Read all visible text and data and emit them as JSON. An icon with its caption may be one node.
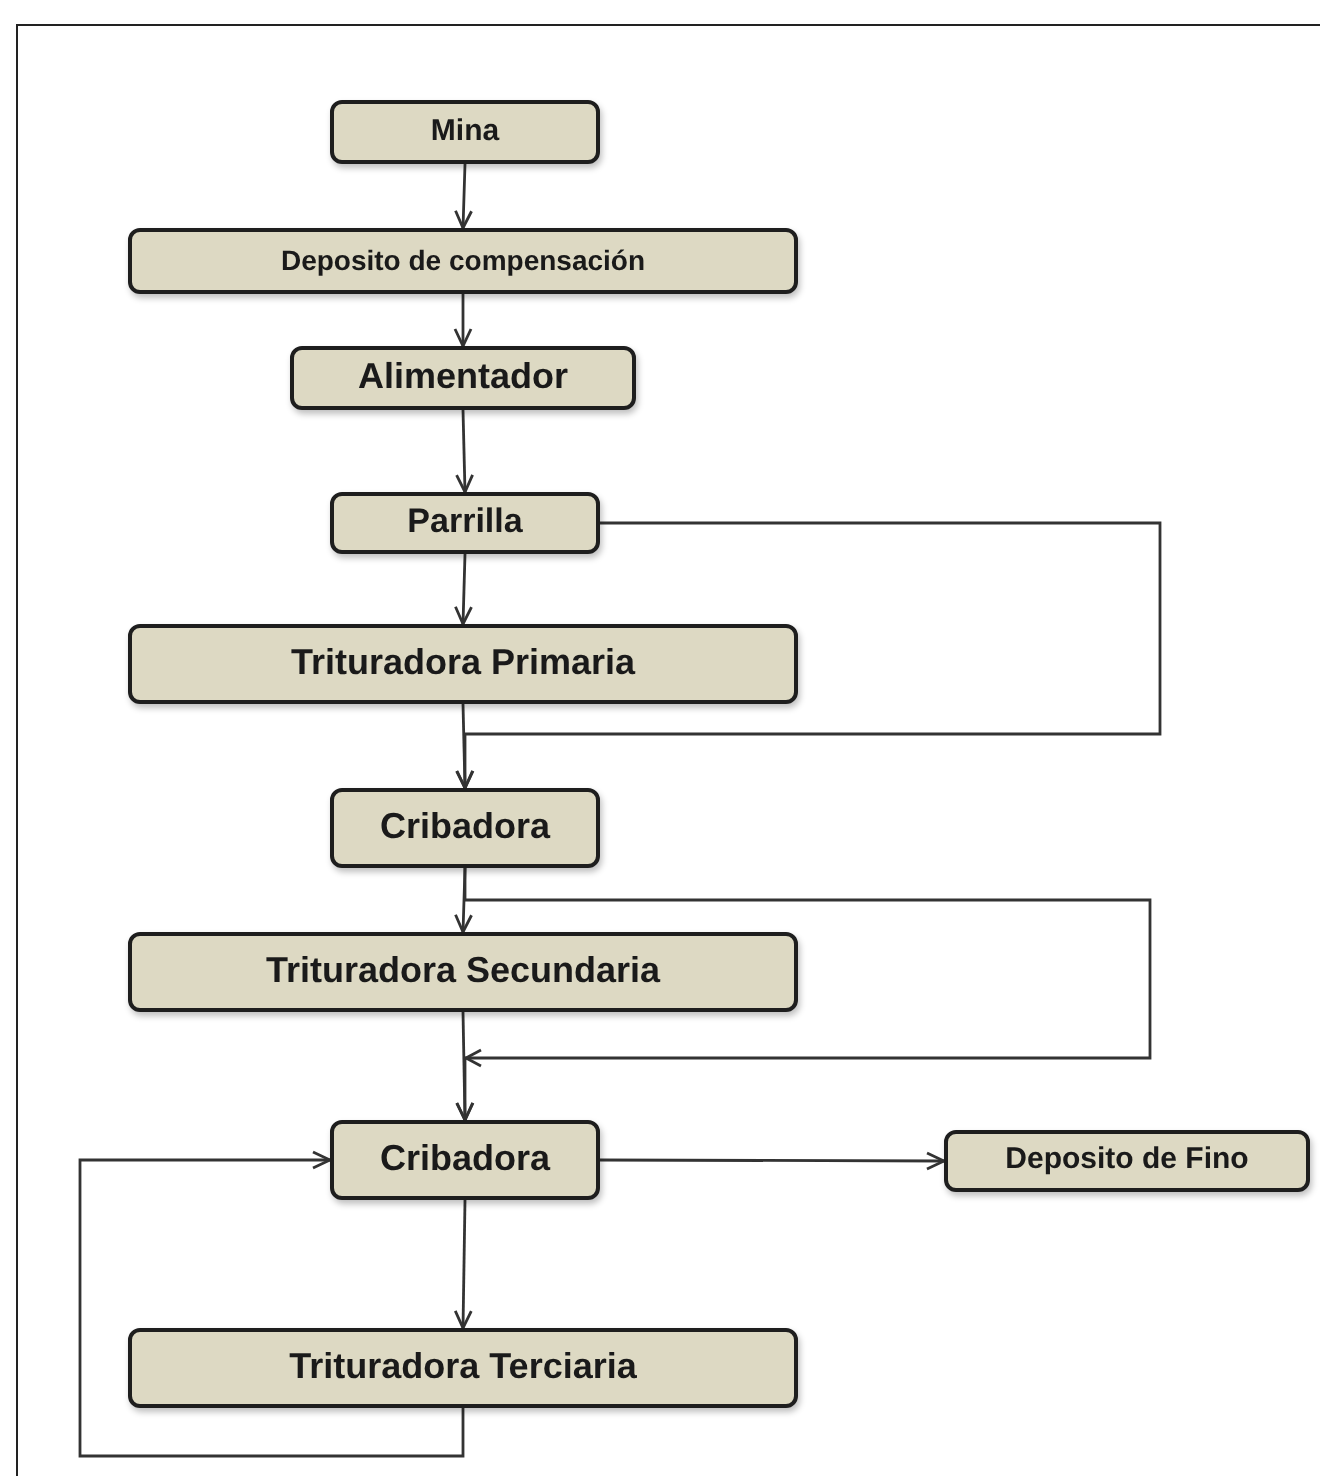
{
  "diagram": {
    "nodes": [
      {
        "text": [
          "Mina"
        ]
      },
      {
        "text": [
          "Deposito de compensación"
        ]
      },
      {
        "text": [
          "Alimentador"
        ]
      },
      {
        "text": [
          "Parrilla"
        ]
      },
      {
        "text": [
          "Trituradora Primaria"
        ]
      },
      {
        "text": [
          "Cribadora"
        ]
      },
      {
        "text": [
          "Trituradora Secundaria"
        ]
      },
      {
        "text": [
          "Cribadora"
        ]
      },
      {
        "text": [
          "Deposito de Fino"
        ]
      },
      {
        "text": [
          "Trituradora Terciaria"
        ]
      }
    ],
    "edges": [
      {
        "from": 0,
        "to": 1,
        "arrow": "to"
      },
      {
        "from": 1,
        "to": 2,
        "arrow": "to"
      },
      {
        "from": 2,
        "to": 3,
        "arrow": "to"
      },
      {
        "from": 3,
        "to": 4,
        "arrow": "to"
      },
      {
        "from": 3,
        "to": 5,
        "arrow": "to"
      },
      {
        "from": 4,
        "to": 5,
        "arrow": "to"
      },
      {
        "from": 5,
        "to": 6,
        "arrow": "to"
      },
      {
        "from": 5,
        "to": 7,
        "arrow": "to"
      },
      {
        "from": 6,
        "to": 7,
        "arrow": "to"
      },
      {
        "from": 7,
        "to": 8,
        "arrow": "to"
      },
      {
        "from": 7,
        "to": 9,
        "arrow": "to"
      },
      {
        "from": 9,
        "to": 7,
        "arrow": "to"
      }
    ]
  }
}
